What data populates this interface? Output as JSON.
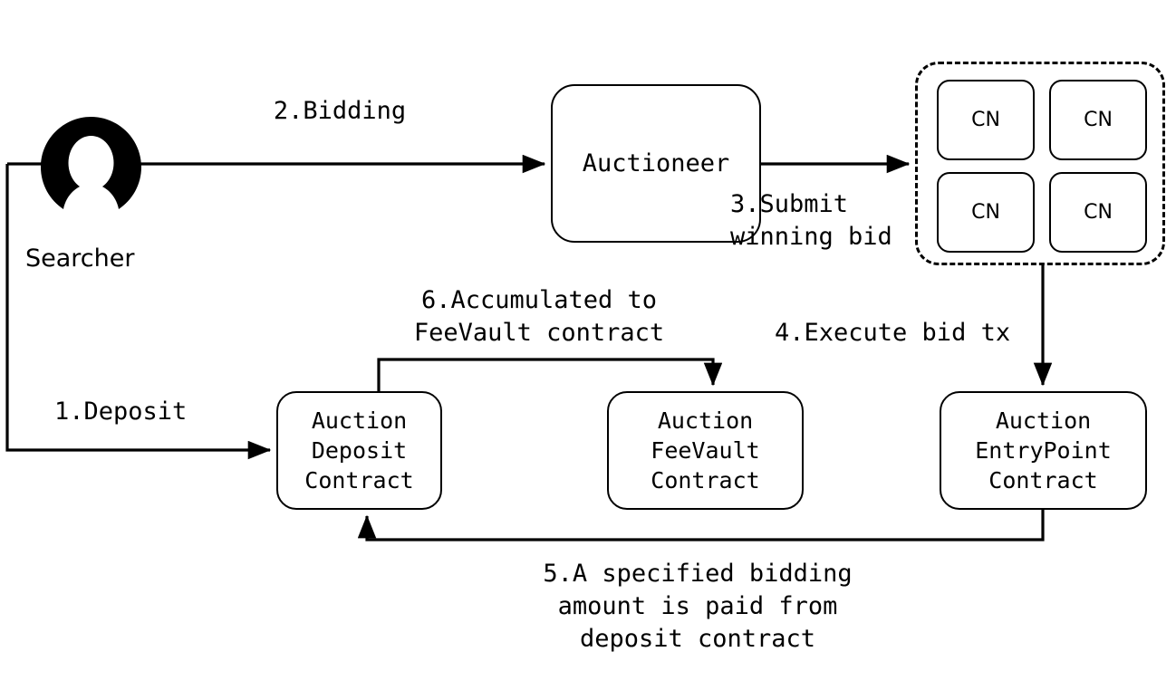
{
  "diagram": {
    "title": "Auction flow between Searcher, Auctioneer, consensus nodes and auction contracts",
    "background_color": "#ffffff",
    "stroke_color": "#000000"
  },
  "actors": {
    "searcher": {
      "label": "Searcher",
      "icon": "person-icon"
    }
  },
  "nodes": [
    {
      "id": "auctioneer",
      "label": "Auctioneer"
    },
    {
      "id": "deposit-contract",
      "label": "Auction\nDeposit\nContract"
    },
    {
      "id": "feevault-contract",
      "label": "Auction\nFeeVault\nContract"
    },
    {
      "id": "entrypoint-contract",
      "label": "Auction\nEntryPoint\nContract"
    }
  ],
  "cluster": {
    "style": "dashed",
    "boxes": [
      {
        "label": "CN"
      },
      {
        "label": "CN"
      },
      {
        "label": "CN"
      },
      {
        "label": "CN"
      }
    ]
  },
  "edges": [
    {
      "id": "edge-1",
      "label": "1.Deposit",
      "from": "searcher",
      "to": "deposit-contract"
    },
    {
      "id": "edge-2",
      "label": "2.Bidding",
      "from": "searcher",
      "to": "auctioneer"
    },
    {
      "id": "edge-3",
      "label": "3.Submit\nwinning bid",
      "from": "auctioneer",
      "to": "cn-cluster"
    },
    {
      "id": "edge-4",
      "label": "4.Execute bid tx",
      "from": "cn-cluster",
      "to": "entrypoint-contract"
    },
    {
      "id": "edge-5",
      "label": "5.A specified bidding\namount is paid from\ndeposit contract",
      "from": "entrypoint-contract",
      "to": "deposit-contract"
    },
    {
      "id": "edge-6",
      "label": "6.Accumulated to\nFeeVault contract",
      "from": "deposit-contract",
      "to": "feevault-contract"
    }
  ]
}
